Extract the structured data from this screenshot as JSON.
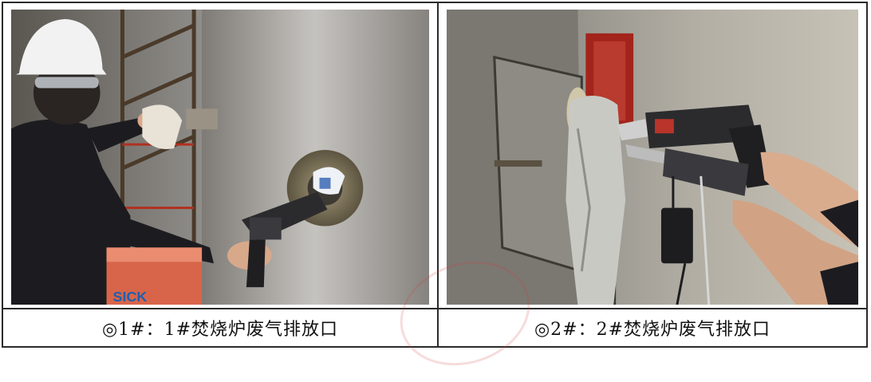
{
  "photos": [
    {
      "caption": "◎1#：1#焚烧炉废气排放口",
      "box_brand": "SICK"
    },
    {
      "caption": "◎2#：2#焚烧炉废气排放口"
    }
  ],
  "colors": {
    "border": "#2a2a2a",
    "caption_text": "#111111",
    "stamp": "#d23c3c"
  }
}
